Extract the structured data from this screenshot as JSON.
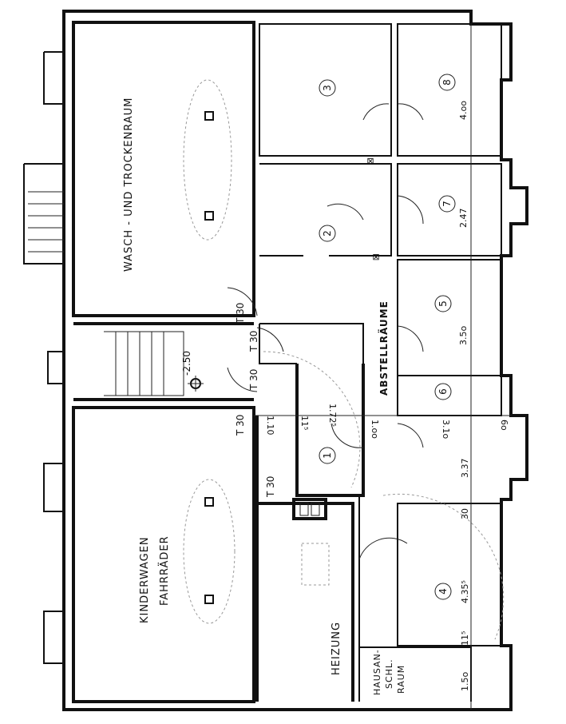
{
  "rooms": {
    "wasch": "WASCH - UND TROCKENRAUM",
    "kinderwagen": "KINDERWAGEN",
    "fahrraeder": "FAHRRÄDER",
    "heizung": "HEIZUNG",
    "hausan_1": "HAUSAN-",
    "hausan_2": "SCHL.",
    "hausan_3": "RAUM",
    "abstell": "ABSTELLRÄUME"
  },
  "storage_numbers": [
    "1",
    "2",
    "3",
    "4",
    "5",
    "6",
    "7",
    "8"
  ],
  "doors": [
    "T 30",
    "T 30",
    "T 30",
    "T 30",
    "T 30"
  ],
  "level": "-2.50",
  "dimensions": {
    "d110": "1.10",
    "d115a": "11⁵",
    "d1725": "1.72⁵",
    "d100": "1.oo",
    "d310": "3.1o",
    "d60": "6o",
    "d337": "3.37",
    "d30": "30",
    "d4355": "4.35⁵",
    "d115b": "11⁵",
    "d150": "1.5o",
    "d350": "3.5o",
    "d247": "2.47",
    "d400": "4.oo"
  }
}
